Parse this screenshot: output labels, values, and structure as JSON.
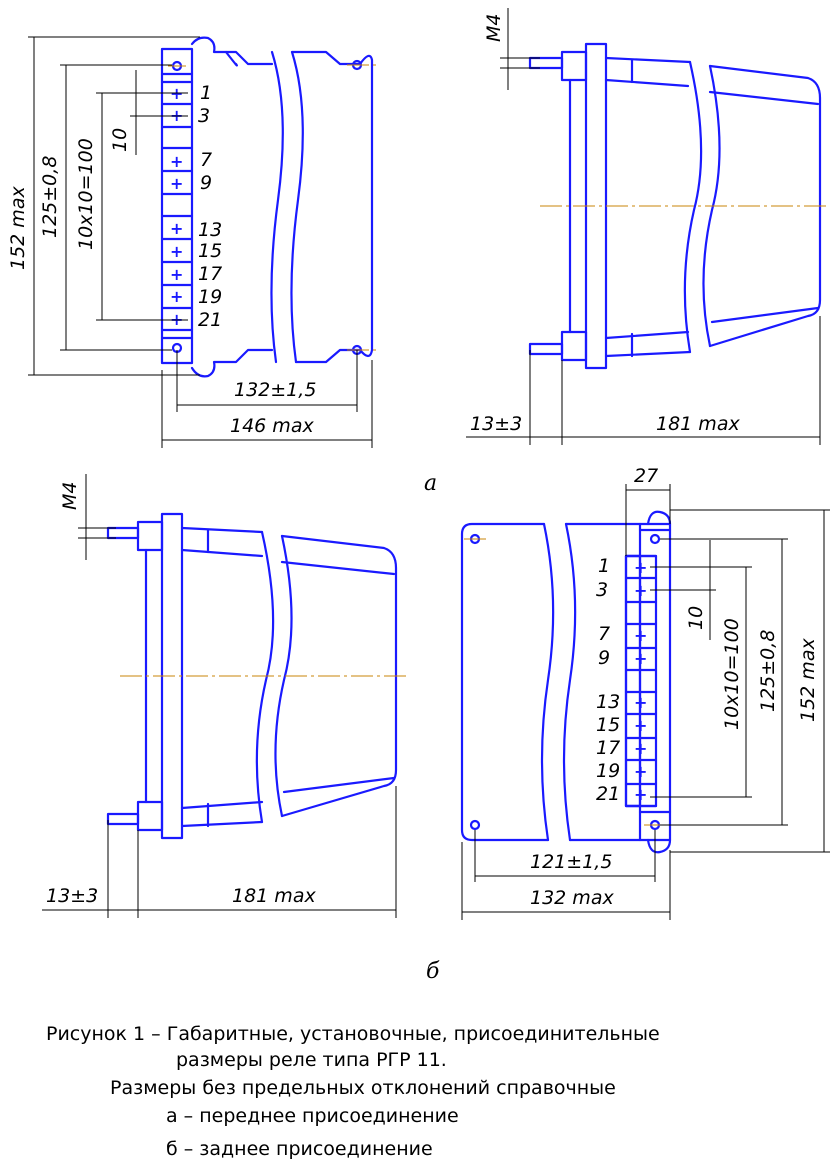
{
  "colors": {
    "outline": "#1a1aff",
    "dimension": "#000000",
    "centerline": "#c8840a"
  },
  "pins": [
    "1",
    "3",
    "7",
    "9",
    "13",
    "15",
    "17",
    "19",
    "21"
  ],
  "view_a": {
    "label": "а",
    "front": {
      "dim_height": "152 max",
      "dim_mount": "125±0,8",
      "dim_pitch_total": "10x10=100",
      "dim_pitch": "10",
      "dim_mount_width": "132±1,5",
      "dim_width": "146 max"
    },
    "side": {
      "thread": "М4",
      "dim_stud": "13±3",
      "dim_depth": "181 max"
    }
  },
  "view_b": {
    "label": "б",
    "side": {
      "thread": "М4",
      "dim_stud": "13±3",
      "dim_depth": "181 max"
    },
    "rear": {
      "dim_block": "27",
      "dim_pitch": "10",
      "dim_pitch_total": "10x10=100",
      "dim_mount": "125±0,8",
      "dim_height": "152 max",
      "dim_mount_width": "121±1,5",
      "dim_width": "132 max"
    }
  },
  "caption": {
    "line1": "Рисунок 1 – Габаритные, установочные, присоединительные",
    "line2": "размеры реле типа РГР 11.",
    "line3": "Размеры без предельных отклонений справочные",
    "line4": "а – переднее присоединение",
    "line5": "б – заднее присоединение"
  }
}
